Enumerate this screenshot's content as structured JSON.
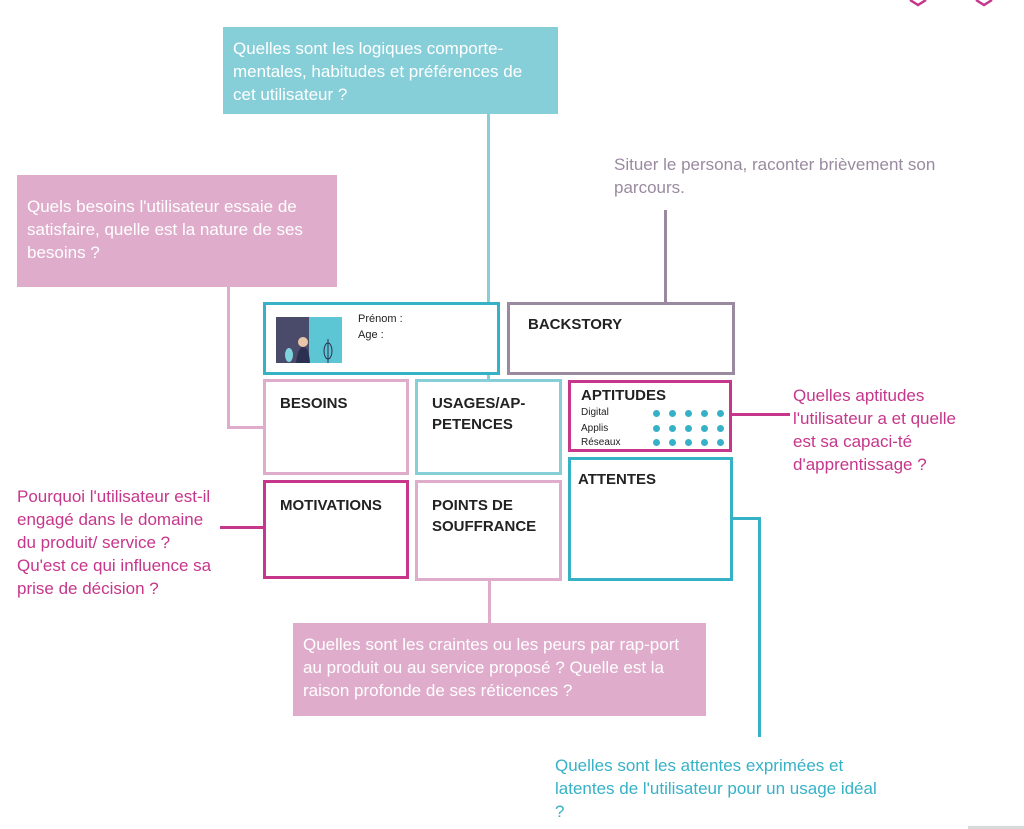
{
  "callouts": {
    "logiques": "Quelles sont les logiques comporte-mentales, habitudes et préférences de cet utilisateur ?",
    "besoins": "Quels besoins l'utilisateur essaie de satisfaire, quelle est la nature de ses besoins ?",
    "situer": "Situer le persona, raconter brièvement son parcours.",
    "aptitudes": "Quelles aptitudes l'utilisateur a et quelle est sa capaci-té d'apprentissage ?",
    "pourquoi": "Pourquoi l'utilisateur est-il engagé dans le domaine du produit/ service ? Qu'est ce qui influence sa prise de décision ?",
    "craintes": "Quelles sont les craintes ou les peurs par rap-port au produit ou au service proposé ? Quelle est la raison profonde de ses réticences ?",
    "attentes": "Quelles sont les attentes exprimées et latentes de l'utilisateur pour un usage idéal ?"
  },
  "persona": {
    "prenom": "Prénom :",
    "age": "Age :"
  },
  "boxes": {
    "backstory": "BACKSTORY",
    "besoins": "BESOINS",
    "usages_line1": "USAGES/AP-",
    "usages_line2": "PETENCES",
    "aptitudes": "APTITUDES",
    "motivations": "MOTIVATIONS",
    "points_line1": "POINTS DE",
    "points_line2": "SOUFFRANCE",
    "attentes": "ATTENTES"
  },
  "aptitudes_rows": [
    "Digital",
    "Applis",
    "Réseaux"
  ],
  "colors": {
    "teal": "#36b1c6",
    "pink": "#dfadcb",
    "magenta": "#c6368b",
    "grey": "#9a8aa0"
  }
}
